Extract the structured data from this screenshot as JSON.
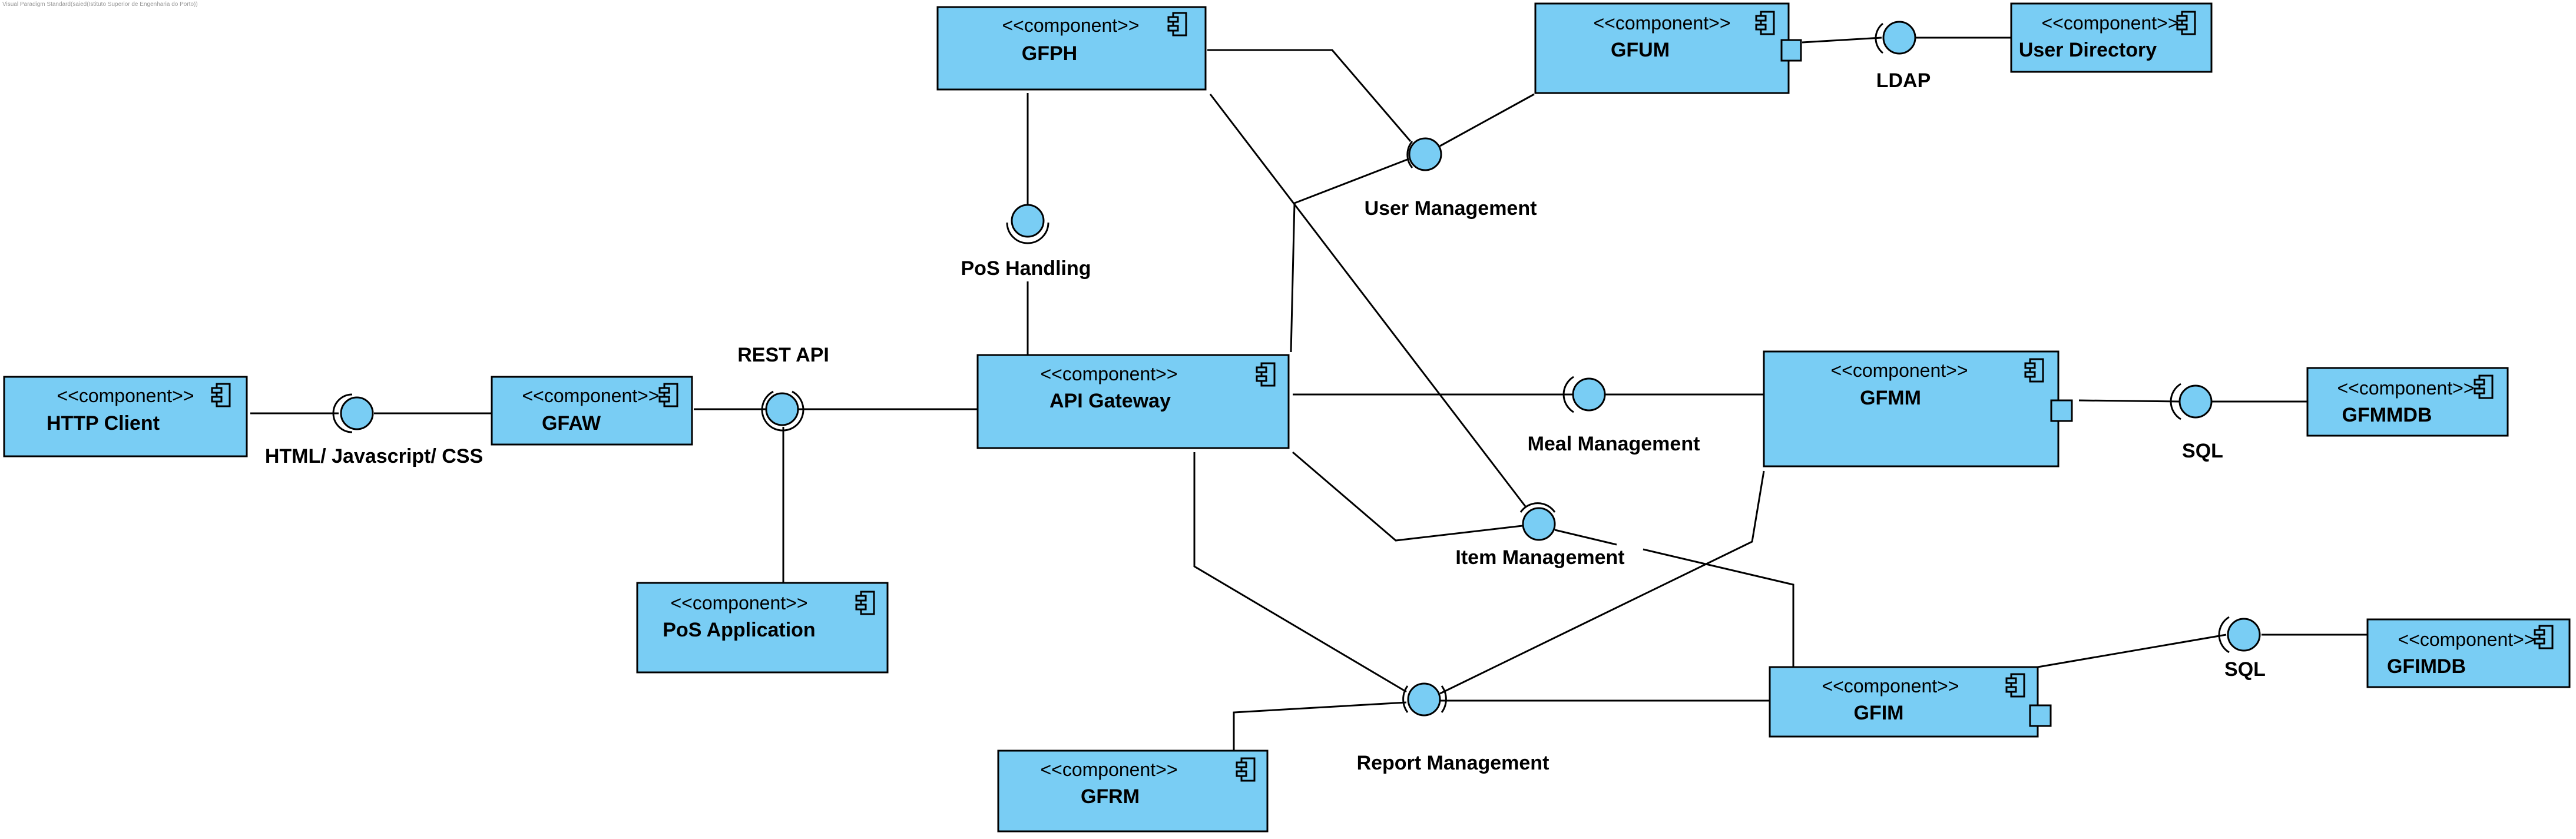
{
  "page": {
    "header_text": "Visual Paradigm Standard(saied(Istituto Superior de Engenharia do Porto))"
  },
  "colors": {
    "component_fill": "#79cdf4",
    "stroke": "#000000",
    "background": "#ffffff"
  },
  "icons": {
    "component": "uml-component-icon"
  },
  "stereotype": "<<component>>",
  "components": {
    "gfph": "GFPH",
    "gfum": "GFUM",
    "user_directory": "User Directory",
    "http_client": "HTTP Client",
    "gfaw": "GFAW",
    "api_gateway": "API Gateway",
    "gfmm": "GFMM",
    "gfmmdb": "GFMMDB",
    "pos_application": "PoS Application",
    "gfim": "GFIM",
    "gfimdb": "GFIMDB",
    "gfrm": "GFRM"
  },
  "interfaces": {
    "ldap": "LDAP",
    "user_management": "User Management",
    "pos_handling": "PoS Handling",
    "rest_api": "REST API",
    "html_js_css": "HTML/ Javascript/ CSS",
    "meal_management": "Meal Management",
    "sql_gfmm": "SQL",
    "item_management": "Item Management",
    "sql_gfim": "SQL",
    "report_management": "Report Management"
  }
}
